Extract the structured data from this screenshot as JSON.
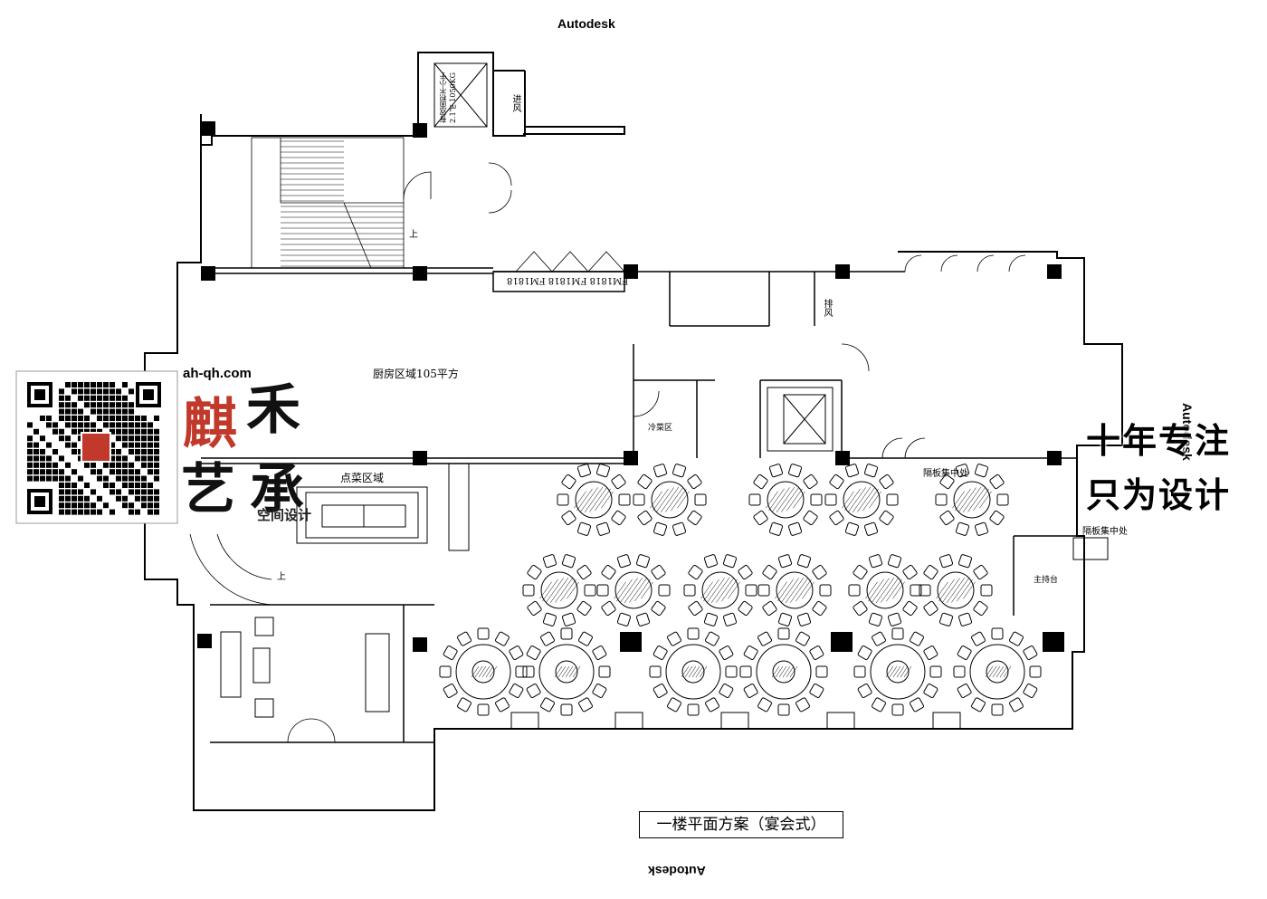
{
  "watermarks": {
    "top": "Autodesk",
    "bottom": "Autodesk",
    "right": "Autodesk"
  },
  "labels": {
    "kitchen": "厨房区域105平方",
    "cold_dish": "冷菜区",
    "order_area": "点菜区域",
    "partition_storage_1": "隔板集中处",
    "partition_storage_2": "隔板集中处",
    "host_stage": "主持台",
    "fresh_air": "进风",
    "exhaust": "排风",
    "door_codes": "FM1818  FM1818  FM1818",
    "elevator_note": "有效面积不小于2.1㎡ 1050KG",
    "stair_up": "上",
    "stair_up_2": "上"
  },
  "title": "一楼平面方案（宴会式）",
  "branding": {
    "site": "ah-qh.com",
    "chars": [
      "禾",
      "艺",
      "承"
    ],
    "seal": "麒",
    "sub": "空间设计",
    "slogan_line1": "十年专注",
    "slogan_line2": "只为设计"
  },
  "colors": {
    "line": "#000000",
    "wall": "#000000",
    "seal": "#c0392b",
    "background": "#ffffff"
  }
}
